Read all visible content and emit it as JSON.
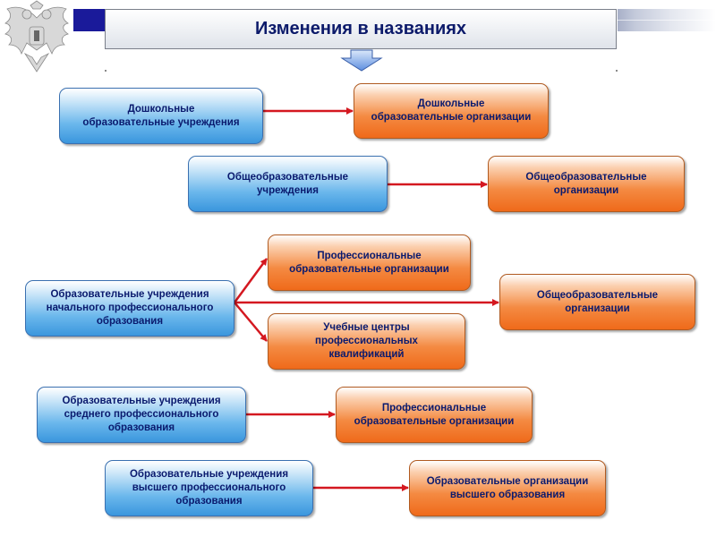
{
  "header": {
    "title": "Изменения в названиях"
  },
  "rows": [
    {
      "from": "Дошкольные\nобразовательные учреждения",
      "to": "Дошкольные\nобразовательные организации"
    },
    {
      "from": "Общеобразовательные\nучреждения",
      "to": "Общеобразовательные\nорганизации"
    },
    {
      "from": "Образовательные учреждения\nначального профессионального\nобразования",
      "to_top": "Профессиональные\nобразовательные организации",
      "to_right": "Общеобразовательные\nорганизации",
      "to_bottom": "Учебные центры\nпрофессиональных\nквалификаций"
    },
    {
      "from": "Образовательные учреждения\nсреднего профессионального\nобразования",
      "to": "Профессиональные\nобразовательные организации"
    },
    {
      "from": "Образовательные учреждения\nвысшего профессионального\nобразования",
      "to": "Образовательные организации\nвысшего образования"
    }
  ],
  "colors": {
    "arrow": "#d41820",
    "title_text": "#0c1a6a",
    "box_text": "#0a1a6e",
    "blue_box": "#3a96dd",
    "orange_box": "#ef6a1a",
    "header_band": "#1a1a9a"
  },
  "icons": {
    "emblem": "double-headed-eagle-emblem",
    "down_arrow": "down-arrow-icon"
  }
}
